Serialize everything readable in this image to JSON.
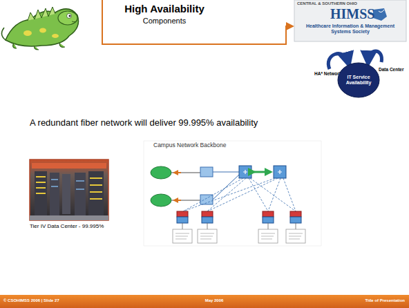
{
  "diagram": {
    "title": "High Availability",
    "nodes": [
      {
        "text": [
          "IT Service Availability"
        ]
      }
    ],
    "labels": [
      "Components",
      "CENTRAL & SOUTHERN OHIO",
      "HIMSS",
      "Healthcare Information & Management Systems Society",
      "HA* Network",
      "Data Center",
      "A redundant fiber network will deliver 99.995% availability",
      "Campus Network Backbone",
      "Tier IV Data Center - 99.995%",
      "© CSOHIMSS 2006 | Slide 27",
      "May 2006",
      "Title of Presentation"
    ]
  }
}
